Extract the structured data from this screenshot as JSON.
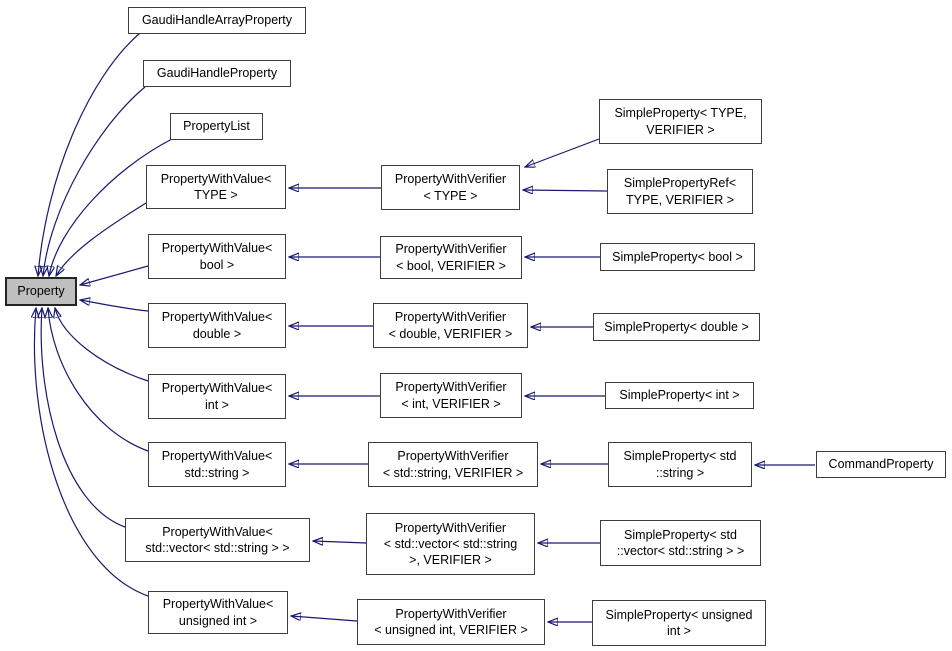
{
  "diagram": {
    "kind": "class-inheritance-graph",
    "base_class": "Property",
    "colors": {
      "edge": "#191970",
      "node_border": "#3d3d3d",
      "node_fill": "#ffffff",
      "highlighted_node_fill": "#bfbfbf",
      "background": "#ffffff"
    }
  },
  "nodes": {
    "property": {
      "label": "Property",
      "highlighted": true
    },
    "gaudi_handle_array_property": {
      "label": "GaudiHandleArrayProperty"
    },
    "gaudi_handle_property": {
      "label": "GaudiHandleProperty"
    },
    "property_list": {
      "label": "PropertyList"
    },
    "pwval_type": {
      "label": "PropertyWithValue<\nTYPE >"
    },
    "pwval_bool": {
      "label": "PropertyWithValue<\nbool >"
    },
    "pwval_double": {
      "label": "PropertyWithValue<\ndouble >"
    },
    "pwval_int": {
      "label": "PropertyWithValue<\nint >"
    },
    "pwval_string": {
      "label": "PropertyWithValue<\nstd::string >"
    },
    "pwval_vector": {
      "label": "PropertyWithValue<\nstd::vector< std::string > >"
    },
    "pwval_unsigned": {
      "label": "PropertyWithValue<\nunsigned int >"
    },
    "pwver_type": {
      "label": "PropertyWithVerifier\n< TYPE >"
    },
    "pwver_bool": {
      "label": "PropertyWithVerifier\n< bool, VERIFIER >"
    },
    "pwver_double": {
      "label": "PropertyWithVerifier\n< double, VERIFIER >"
    },
    "pwver_int": {
      "label": "PropertyWithVerifier\n< int, VERIFIER >"
    },
    "pwver_string": {
      "label": "PropertyWithVerifier\n< std::string, VERIFIER >"
    },
    "pwver_vector": {
      "label": "PropertyWithVerifier\n< std::vector< std::string\n>, VERIFIER >"
    },
    "pwver_unsigned": {
      "label": "PropertyWithVerifier\n< unsigned int, VERIFIER >"
    },
    "sp_type_verifier": {
      "label": "SimpleProperty< TYPE,\nVERIFIER >"
    },
    "sp_ref": {
      "label": "SimplePropertyRef<\nTYPE, VERIFIER >"
    },
    "sp_bool": {
      "label": "SimpleProperty< bool >"
    },
    "sp_double": {
      "label": "SimpleProperty< double >"
    },
    "sp_int": {
      "label": "SimpleProperty< int >"
    },
    "sp_string": {
      "label": "SimpleProperty< std\n::string >"
    },
    "sp_vector": {
      "label": "SimpleProperty< std\n::vector< std::string > >"
    },
    "sp_unsigned": {
      "label": "SimpleProperty< unsigned\nint >"
    },
    "command_property": {
      "label": "CommandProperty"
    }
  },
  "edges": [
    {
      "from": "GaudiHandleArrayProperty",
      "to": "Property"
    },
    {
      "from": "GaudiHandleProperty",
      "to": "Property"
    },
    {
      "from": "PropertyList",
      "to": "Property"
    },
    {
      "from": "PropertyWithValue< TYPE >",
      "to": "Property"
    },
    {
      "from": "PropertyWithValue< bool >",
      "to": "Property"
    },
    {
      "from": "PropertyWithValue< double >",
      "to": "Property"
    },
    {
      "from": "PropertyWithValue< int >",
      "to": "Property"
    },
    {
      "from": "PropertyWithValue< std::string >",
      "to": "Property"
    },
    {
      "from": "PropertyWithValue< std::vector< std::string > >",
      "to": "Property"
    },
    {
      "from": "PropertyWithValue< unsigned int >",
      "to": "Property"
    },
    {
      "from": "PropertyWithVerifier< TYPE >",
      "to": "PropertyWithValue< TYPE >"
    },
    {
      "from": "SimpleProperty< TYPE, VERIFIER >",
      "to": "PropertyWithVerifier< TYPE >"
    },
    {
      "from": "SimplePropertyRef< TYPE, VERIFIER >",
      "to": "PropertyWithVerifier< TYPE >"
    },
    {
      "from": "PropertyWithVerifier< bool, VERIFIER >",
      "to": "PropertyWithValue< bool >"
    },
    {
      "from": "SimpleProperty< bool >",
      "to": "PropertyWithVerifier< bool, VERIFIER >"
    },
    {
      "from": "PropertyWithVerifier< double, VERIFIER >",
      "to": "PropertyWithValue< double >"
    },
    {
      "from": "SimpleProperty< double >",
      "to": "PropertyWithVerifier< double, VERIFIER >"
    },
    {
      "from": "PropertyWithVerifier< int, VERIFIER >",
      "to": "PropertyWithValue< int >"
    },
    {
      "from": "SimpleProperty< int >",
      "to": "PropertyWithVerifier< int, VERIFIER >"
    },
    {
      "from": "PropertyWithVerifier< std::string, VERIFIER >",
      "to": "PropertyWithValue< std::string >"
    },
    {
      "from": "SimpleProperty< std::string >",
      "to": "PropertyWithVerifier< std::string, VERIFIER >"
    },
    {
      "from": "CommandProperty",
      "to": "SimpleProperty< std::string >"
    },
    {
      "from": "PropertyWithVerifier< std::vector< std::string >, VERIFIER >",
      "to": "PropertyWithValue< std::vector< std::string > >"
    },
    {
      "from": "SimpleProperty< std::vector< std::string > >",
      "to": "PropertyWithVerifier< std::vector< std::string >, VERIFIER >"
    },
    {
      "from": "PropertyWithVerifier< unsigned int, VERIFIER >",
      "to": "PropertyWithValue< unsigned int >"
    },
    {
      "from": "SimpleProperty< unsigned int >",
      "to": "PropertyWithVerifier< unsigned int, VERIFIER >"
    }
  ]
}
